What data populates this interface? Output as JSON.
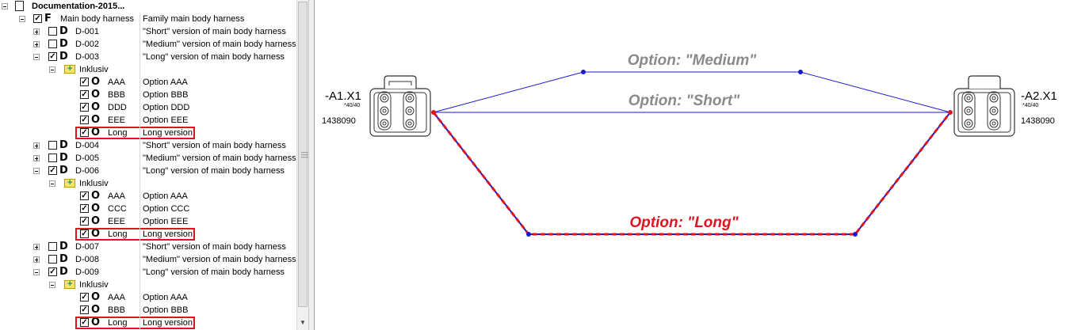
{
  "tree": {
    "rows": [
      {
        "label": "Documentation-2015...",
        "desc": "",
        "type": "",
        "depth": 0,
        "expander": "minus",
        "checkbox": "none",
        "bold": true
      },
      {
        "label": "Main body harness",
        "desc": "Family main body harness",
        "type": "F",
        "depth": 1,
        "expander": "minus",
        "checkbox": "checked"
      },
      {
        "label": "D-001",
        "desc": "\"Short\" version of main body harness",
        "type": "D",
        "depth": 2,
        "expander": "plus",
        "checkbox": "unchecked"
      },
      {
        "label": "D-002",
        "desc": "\"Medium\" version of main body harness",
        "type": "D",
        "depth": 2,
        "expander": "plus",
        "checkbox": "unchecked"
      },
      {
        "label": "D-003",
        "desc": "\"Long\" version of main body harness",
        "type": "D",
        "depth": 2,
        "expander": "minus",
        "checkbox": "checked"
      },
      {
        "label": "Inklusiv",
        "desc": "",
        "type": "folder",
        "depth": 3,
        "expander": "minus",
        "checkbox": "none"
      },
      {
        "label": "AAA",
        "desc": "Option AAA",
        "type": "O",
        "depth": 4,
        "expander": "none",
        "checkbox": "checked"
      },
      {
        "label": "BBB",
        "desc": "Option BBB",
        "type": "O",
        "depth": 4,
        "expander": "none",
        "checkbox": "checked"
      },
      {
        "label": "DDD",
        "desc": "Option DDD",
        "type": "O",
        "depth": 4,
        "expander": "none",
        "checkbox": "checked"
      },
      {
        "label": "EEE",
        "desc": "Option EEE",
        "type": "O",
        "depth": 4,
        "expander": "none",
        "checkbox": "checked"
      },
      {
        "label": "Long",
        "desc": "Long version",
        "type": "O",
        "depth": 4,
        "expander": "none",
        "checkbox": "checked",
        "highlight": true
      },
      {
        "label": "D-004",
        "desc": "\"Short\" version of main body harness",
        "type": "D",
        "depth": 2,
        "expander": "plus",
        "checkbox": "unchecked"
      },
      {
        "label": "D-005",
        "desc": "\"Medium\" version of main body harness",
        "type": "D",
        "depth": 2,
        "expander": "plus",
        "checkbox": "unchecked"
      },
      {
        "label": "D-006",
        "desc": "\"Long\" version of main body harness",
        "type": "D",
        "depth": 2,
        "expander": "minus",
        "checkbox": "checked"
      },
      {
        "label": "Inklusiv",
        "desc": "",
        "type": "folder",
        "depth": 3,
        "expander": "minus",
        "checkbox": "none"
      },
      {
        "label": "AAA",
        "desc": "Option AAA",
        "type": "O",
        "depth": 4,
        "expander": "none",
        "checkbox": "checked"
      },
      {
        "label": "CCC",
        "desc": "Option CCC",
        "type": "O",
        "depth": 4,
        "expander": "none",
        "checkbox": "checked"
      },
      {
        "label": "EEE",
        "desc": "Option EEE",
        "type": "O",
        "depth": 4,
        "expander": "none",
        "checkbox": "checked"
      },
      {
        "label": "Long",
        "desc": "Long version",
        "type": "O",
        "depth": 4,
        "expander": "none",
        "checkbox": "checked",
        "highlight": true
      },
      {
        "label": "D-007",
        "desc": "\"Short\" version of main body harness",
        "type": "D",
        "depth": 2,
        "expander": "plus",
        "checkbox": "unchecked"
      },
      {
        "label": "D-008",
        "desc": "\"Medium\" version of main body harness",
        "type": "D",
        "depth": 2,
        "expander": "plus",
        "checkbox": "unchecked"
      },
      {
        "label": "D-009",
        "desc": "\"Long\" version of main body harness",
        "type": "D",
        "depth": 2,
        "expander": "minus",
        "checkbox": "checked"
      },
      {
        "label": "Inklusiv",
        "desc": "",
        "type": "folder",
        "depth": 3,
        "expander": "minus",
        "checkbox": "none"
      },
      {
        "label": "AAA",
        "desc": "Option AAA",
        "type": "O",
        "depth": 4,
        "expander": "none",
        "checkbox": "checked"
      },
      {
        "label": "BBB",
        "desc": "Option BBB",
        "type": "O",
        "depth": 4,
        "expander": "none",
        "checkbox": "checked"
      },
      {
        "label": "Long",
        "desc": "Long version",
        "type": "O",
        "depth": 4,
        "expander": "none",
        "checkbox": "checked",
        "highlight": true
      }
    ]
  },
  "diagram": {
    "connector_left": {
      "name": "-A1.X1",
      "pins": "*40/40",
      "part": "1438090"
    },
    "connector_right": {
      "name": "-A2.X1",
      "pins": "*40/40",
      "part": "1438090"
    },
    "options": {
      "medium": "Option: \"Medium\"",
      "short": "Option: \"Short\"",
      "long": "Option: \"Long\""
    },
    "colors": {
      "wire": "#1a1acd",
      "inactive_label": "#8a8a8a",
      "active": "#e0141e",
      "highlight_box": "#e0141e"
    }
  }
}
